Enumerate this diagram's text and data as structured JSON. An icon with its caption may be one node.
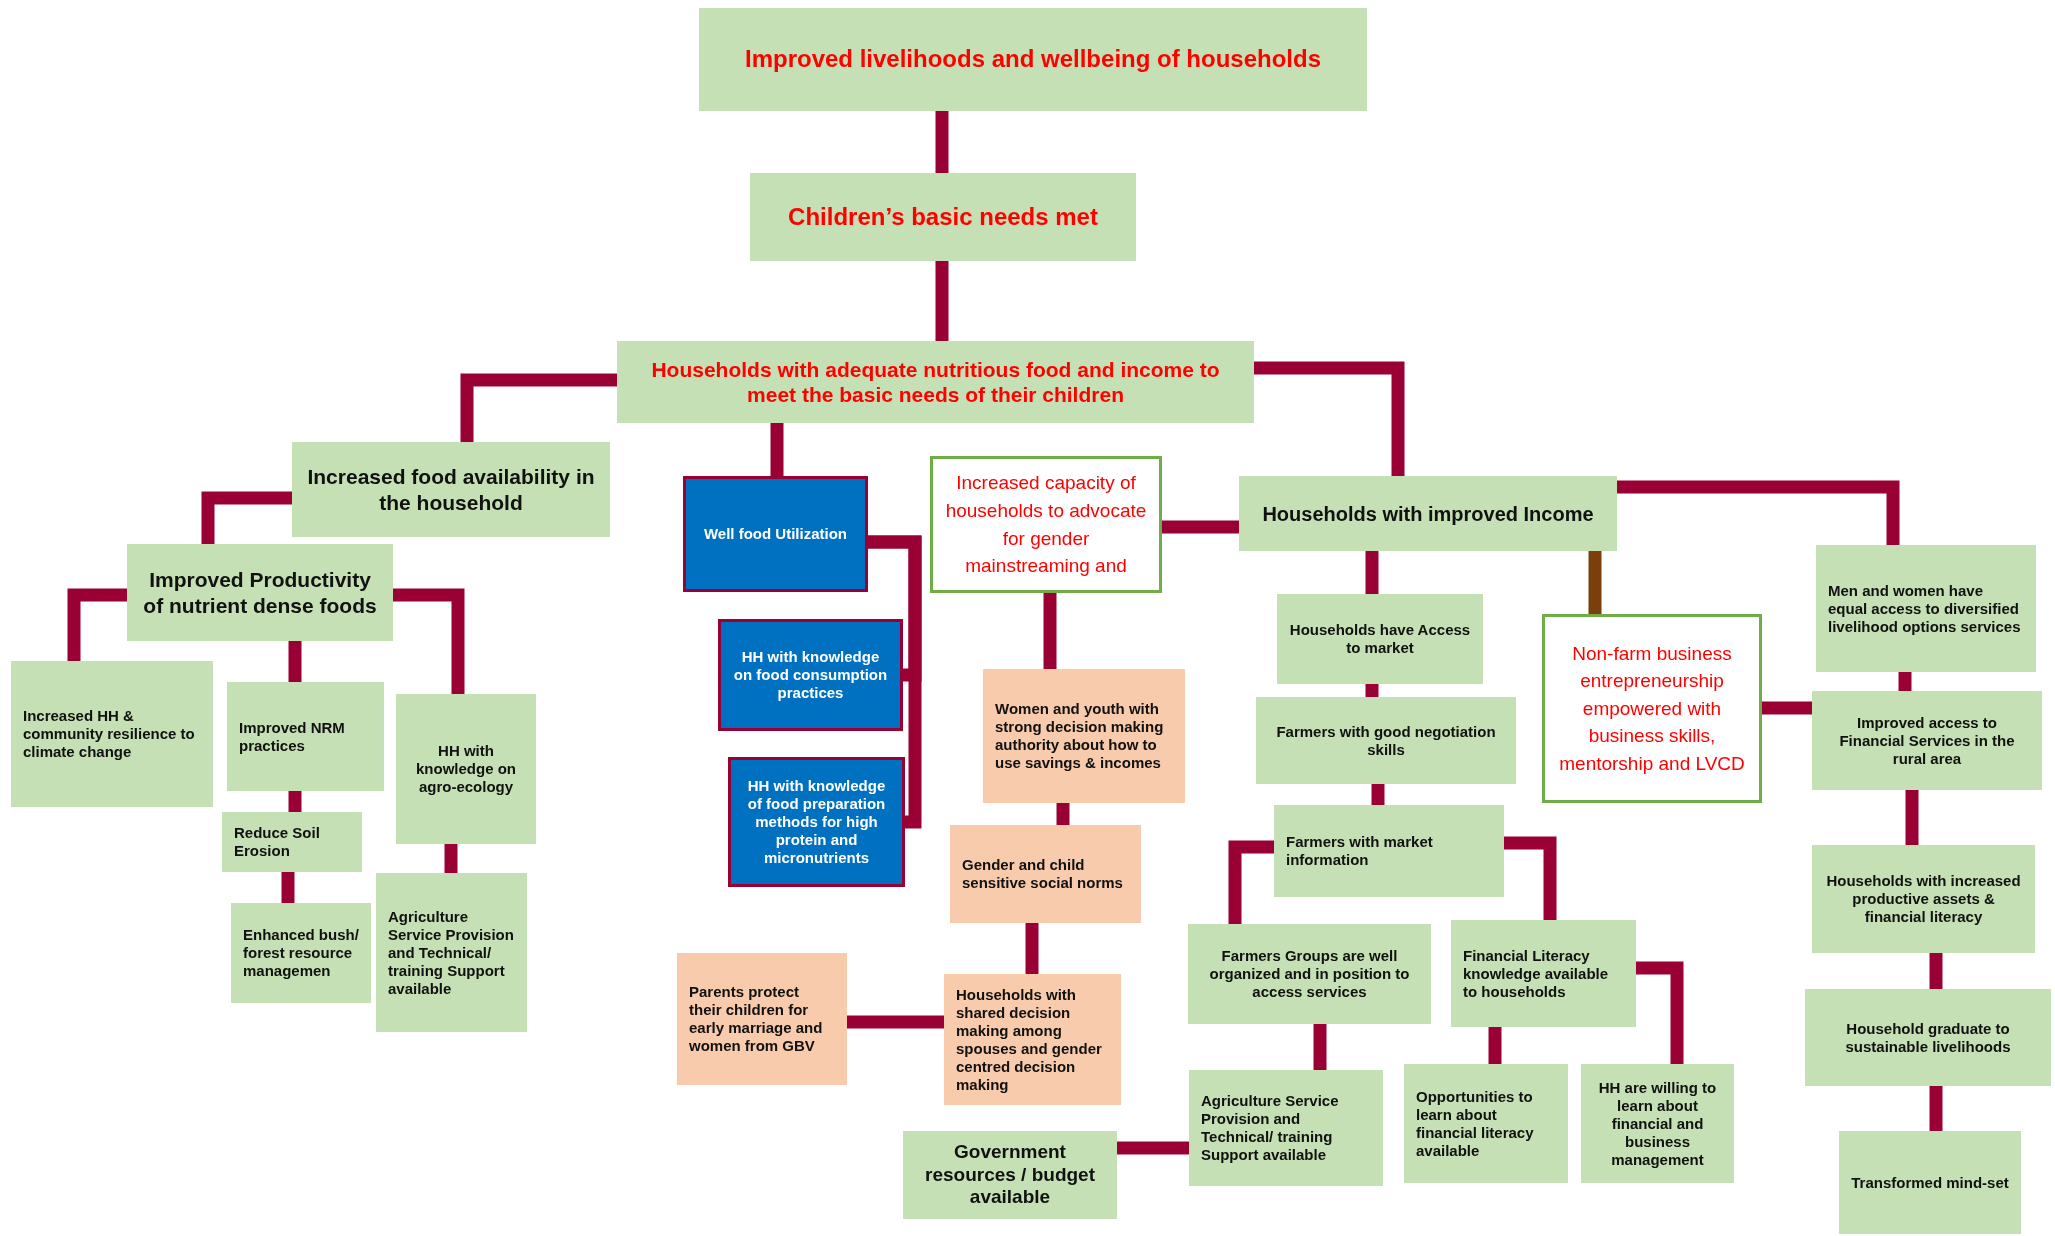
{
  "diagram": {
    "nodes": [
      {
        "text": [
          "Improved livelihoods and wellbeing of households"
        ]
      },
      {
        "text": [
          "Children’s basic needs met"
        ]
      },
      {
        "text": [
          "Households with adequate nutritious food and income to meet the basic needs of their children"
        ]
      },
      {
        "text": [
          "Increased food availability in the household"
        ]
      },
      {
        "text": [
          "Improved Productivity of nutrient dense foods"
        ]
      },
      {
        "text": [
          "Increased HH & community resilience to climate change"
        ]
      },
      {
        "text": [
          "Improved NRM practices"
        ]
      },
      {
        "text": [
          "Reduce Soil Erosion"
        ]
      },
      {
        "text": [
          "Enhanced bush/ forest resource managemen"
        ]
      },
      {
        "text": [
          "HH with knowledge on agro-ecology"
        ]
      },
      {
        "text": [
          "Agriculture Service Provision and Technical/ training Support available"
        ]
      },
      {
        "text": [
          "Well food Utilization"
        ]
      },
      {
        "text": [
          "HH with knowledge on food consumption practices"
        ]
      },
      {
        "text": [
          "HH with knowledge of food preparation methods for high protein and micronutrients"
        ]
      },
      {
        "text": [
          "Increased capacity of households to advocate for gender mainstreaming and"
        ]
      },
      {
        "text": [
          "Women and youth with strong decision making authority about how to use savings & incomes"
        ]
      },
      {
        "text": [
          "Gender and child sensitive social norms"
        ]
      },
      {
        "text": [
          "Households with shared decision making among spouses and gender centred decision making"
        ]
      },
      {
        "text": [
          "Parents protect their children for early marriage and women from GBV"
        ]
      },
      {
        "text": [
          "Government resources / budget available"
        ]
      },
      {
        "text": [
          "Households with improved Income"
        ]
      },
      {
        "text": [
          "Households have Access to market"
        ]
      },
      {
        "text": [
          "Farmers with good negotiation skills"
        ]
      },
      {
        "text": [
          "Farmers with market information"
        ]
      },
      {
        "text": [
          "Farmers Groups are well organized and in position to access services"
        ]
      },
      {
        "text": [
          "Agriculture Service Provision and Technical/ training Support available"
        ]
      },
      {
        "text": [
          "Financial Literacy knowledge available to households"
        ]
      },
      {
        "text": [
          "Opportunities to learn about financial literacy available"
        ]
      },
      {
        "text": [
          "HH are willing to learn about financial and business management"
        ]
      },
      {
        "text": [
          "Non-farm business entrepreneurship empowered with business skills, mentorship and LVCD"
        ]
      },
      {
        "text": [
          "Men and women have equal access to diversified livelihood options services"
        ]
      },
      {
        "text": [
          "Improved access to Financial Services in the rural area"
        ]
      },
      {
        "text": [
          "Households with increased productive assets & financial literacy"
        ]
      },
      {
        "text": [
          "Household graduate to sustainable livelihoods"
        ]
      },
      {
        "text": [
          "Transformed mind-set"
        ]
      }
    ],
    "edges": [
      {
        "from": 0,
        "to": 1,
        "arrow": "none"
      },
      {
        "from": 1,
        "to": 2,
        "arrow": "none"
      },
      {
        "from": 2,
        "to": 3,
        "arrow": "none"
      },
      {
        "from": 2,
        "to": 11,
        "arrow": "none"
      },
      {
        "from": 2,
        "to": 20,
        "arrow": "none"
      },
      {
        "from": 3,
        "to": 4,
        "arrow": "none"
      },
      {
        "from": 4,
        "to": 5,
        "arrow": "none"
      },
      {
        "from": 4,
        "to": 6,
        "arrow": "none"
      },
      {
        "from": 4,
        "to": 9,
        "arrow": "none"
      },
      {
        "from": 6,
        "to": 7,
        "arrow": "none"
      },
      {
        "from": 7,
        "to": 8,
        "arrow": "none"
      },
      {
        "from": 9,
        "to": 10,
        "arrow": "none"
      },
      {
        "from": 11,
        "to": 12,
        "arrow": "none"
      },
      {
        "from": 11,
        "to": 13,
        "arrow": "none"
      },
      {
        "from": 14,
        "to": 20,
        "arrow": "none"
      },
      {
        "from": 14,
        "to": 15,
        "arrow": "none"
      },
      {
        "from": 15,
        "to": 16,
        "arrow": "none"
      },
      {
        "from": 16,
        "to": 17,
        "arrow": "none"
      },
      {
        "from": 17,
        "to": 18,
        "arrow": "none"
      },
      {
        "from": 20,
        "to": 21,
        "arrow": "none"
      },
      {
        "from": 21,
        "to": 22,
        "arrow": "none"
      },
      {
        "from": 22,
        "to": 23,
        "arrow": "none"
      },
      {
        "from": 23,
        "to": 24,
        "arrow": "none"
      },
      {
        "from": 23,
        "to": 26,
        "arrow": "none"
      },
      {
        "from": 24,
        "to": 25,
        "arrow": "none"
      },
      {
        "from": 25,
        "to": 19,
        "arrow": "none"
      },
      {
        "from": 26,
        "to": 27,
        "arrow": "none"
      },
      {
        "from": 26,
        "to": 28,
        "arrow": "none"
      },
      {
        "from": 20,
        "to": 29,
        "arrow": "none",
        "color": "#7b3f0e"
      },
      {
        "from": 20,
        "to": 30,
        "arrow": "none"
      },
      {
        "from": 30,
        "to": 31,
        "arrow": "none"
      },
      {
        "from": 29,
        "to": 31,
        "arrow": "none"
      },
      {
        "from": 31,
        "to": 32,
        "arrow": "none"
      },
      {
        "from": 32,
        "to": 33,
        "arrow": "none"
      },
      {
        "from": 33,
        "to": 34,
        "arrow": "none"
      }
    ]
  }
}
